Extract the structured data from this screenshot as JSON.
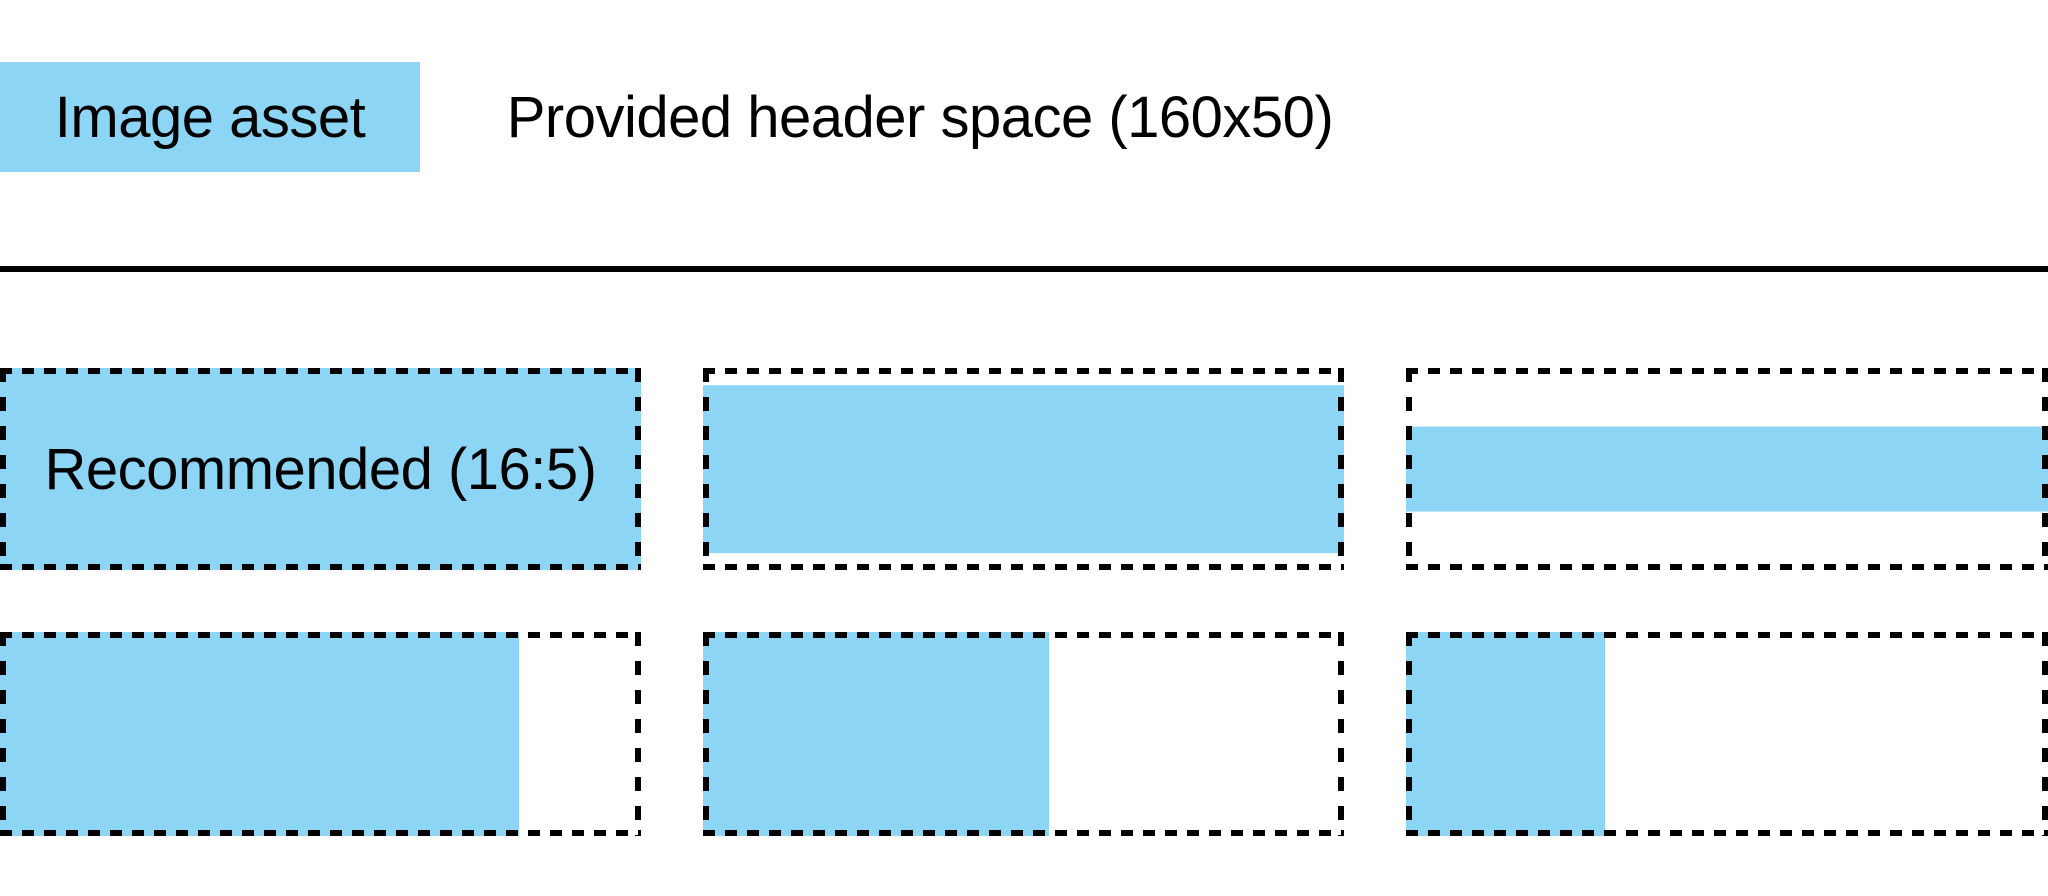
{
  "legend": {
    "image_asset_label": "Image asset",
    "header_space_label": "Provided header space (160x50)"
  },
  "examples": {
    "recommended_label": "Recommended (16:5)",
    "wide_row": [
      {
        "id": "recommended-16-5",
        "fill_width_pct": 100,
        "fill_height_pct": 100
      },
      {
        "id": "wide-asset-letterboxed",
        "fill_width_pct": 100,
        "fill_height_pct": 83
      },
      {
        "id": "wider-asset-letterboxed",
        "fill_width_pct": 100,
        "fill_height_pct": 42
      }
    ],
    "tall_row": [
      {
        "id": "tall-asset-pillarboxed-large",
        "fill_width_pct": 81,
        "fill_height_pct": 100
      },
      {
        "id": "tall-asset-pillarboxed-medium",
        "fill_width_pct": 54,
        "fill_height_pct": 100
      },
      {
        "id": "tall-asset-pillarboxed-small",
        "fill_width_pct": 31,
        "fill_height_pct": 100
      }
    ]
  },
  "colors": {
    "asset_blue": "#8DD5F4",
    "line_black": "#000000",
    "background": "#FFFFFF"
  }
}
